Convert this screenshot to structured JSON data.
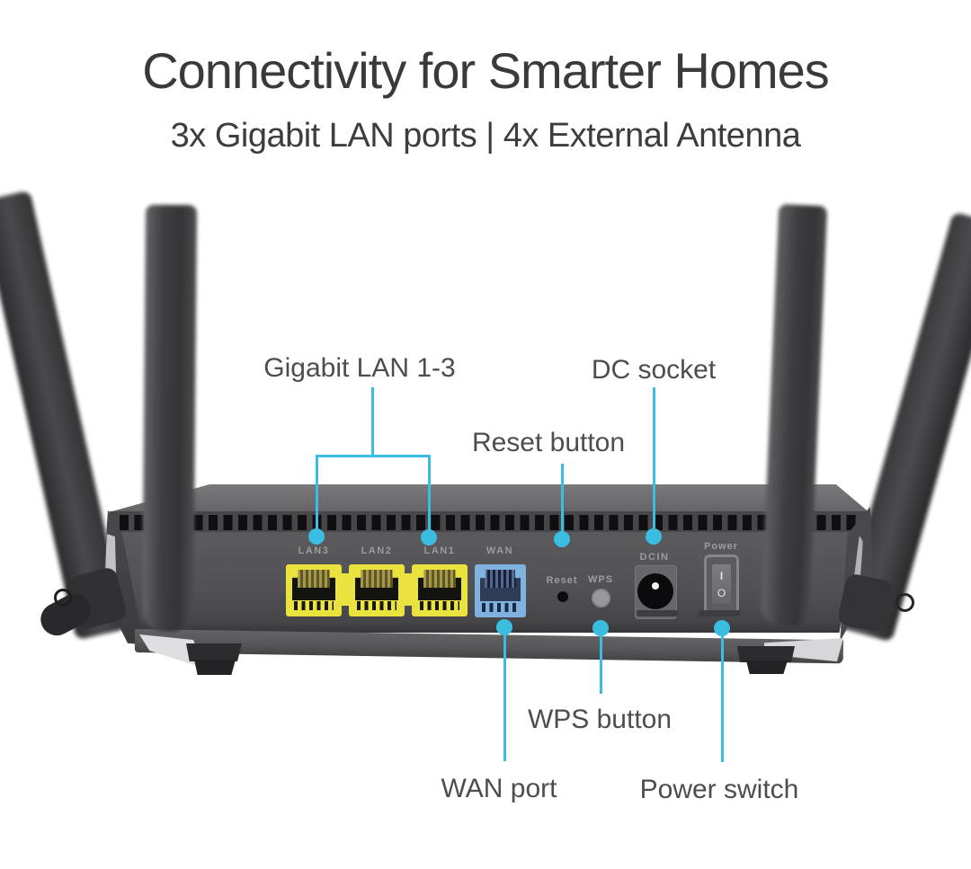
{
  "header": {
    "title": "Connectivity for Smarter Homes",
    "subtitle": "3x Gigabit LAN ports | 4x External Antenna"
  },
  "callouts": {
    "gigabit_lan": "Gigabit LAN 1-3",
    "dc_socket": "DC socket",
    "reset_button": "Reset button",
    "wps_button": "WPS button",
    "wan_port": "WAN port",
    "power_switch": "Power switch"
  },
  "panel": {
    "lan3": "LAN3",
    "lan2": "LAN2",
    "lan1": "LAN1",
    "wan": "WAN",
    "reset": "Reset",
    "wps": "WPS",
    "dcin": "DCIN",
    "power": "Power",
    "power_on": "I",
    "power_off": "O"
  },
  "colors": {
    "accent_cyan": "#3bbde1",
    "lan_yellow": "#e9e23f",
    "wan_blue": "#7fb2df",
    "callout_text": "#4d4d4f",
    "panel_label_gray": "#9b9c9f",
    "body_gray": "#525255"
  }
}
